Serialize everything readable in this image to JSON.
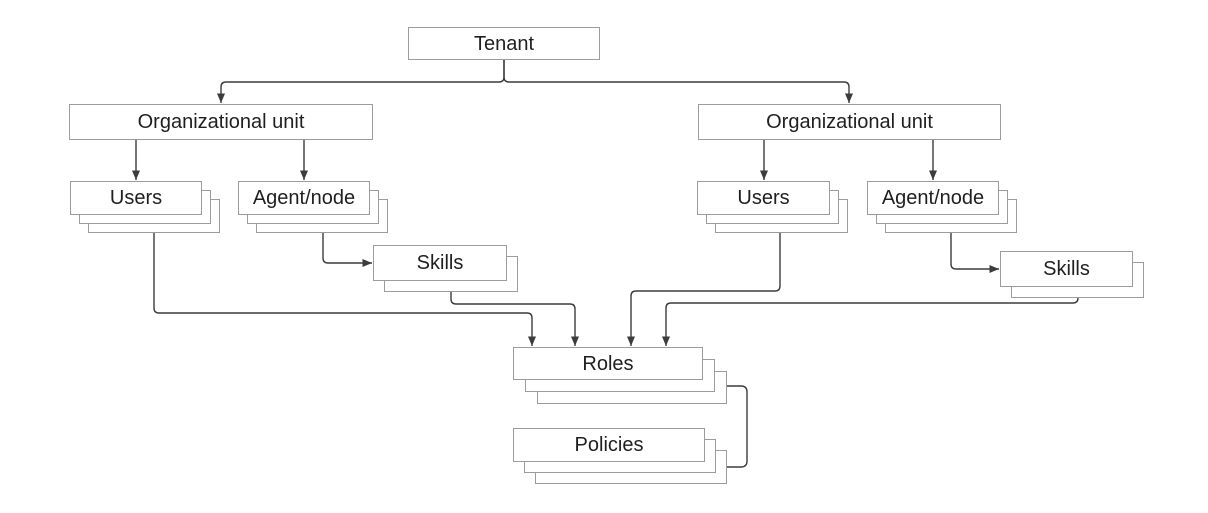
{
  "diagram": {
    "type": "hierarchy",
    "colors": {
      "background": "#ffffff",
      "box_fill": "#ffffff",
      "box_border": "#9c9c9c",
      "connector": "#3c3c3c",
      "text": "#1f1f1f"
    },
    "nodes": {
      "tenant": {
        "label": "Tenant",
        "stacked": false
      },
      "ou_left": {
        "label": "Organizational unit",
        "stacked": false
      },
      "ou_right": {
        "label": "Organizational unit",
        "stacked": false
      },
      "users_left": {
        "label": "Users",
        "stacked": true
      },
      "agent_left": {
        "label": "Agent/node",
        "stacked": true
      },
      "skills_left": {
        "label": "Skills",
        "stacked": true
      },
      "users_right": {
        "label": "Users",
        "stacked": true
      },
      "agent_right": {
        "label": "Agent/node",
        "stacked": true
      },
      "skills_right": {
        "label": "Skills",
        "stacked": true
      },
      "roles": {
        "label": "Roles",
        "stacked": true
      },
      "policies": {
        "label": "Policies",
        "stacked": true
      }
    },
    "edges": [
      {
        "from": "tenant",
        "to": "ou_left"
      },
      {
        "from": "tenant",
        "to": "ou_right"
      },
      {
        "from": "ou_left",
        "to": "users_left"
      },
      {
        "from": "ou_left",
        "to": "agent_left"
      },
      {
        "from": "ou_right",
        "to": "users_right"
      },
      {
        "from": "ou_right",
        "to": "agent_right"
      },
      {
        "from": "agent_left",
        "to": "skills_left"
      },
      {
        "from": "agent_right",
        "to": "skills_right"
      },
      {
        "from": "users_left",
        "to": "roles"
      },
      {
        "from": "skills_left",
        "to": "roles"
      },
      {
        "from": "users_right",
        "to": "roles"
      },
      {
        "from": "skills_right",
        "to": "roles"
      },
      {
        "from": "roles",
        "to": "policies"
      }
    ]
  }
}
